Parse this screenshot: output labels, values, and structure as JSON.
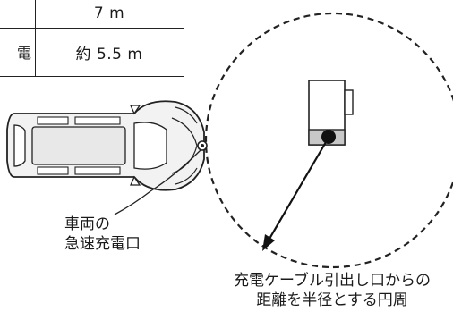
{
  "table": {
    "rows": [
      {
        "left": "",
        "right": "7 m"
      },
      {
        "left": "電",
        "right": "約 5.5 m"
      }
    ]
  },
  "labels": {
    "inlet_line1": "車両の",
    "inlet_line2": "急速充電口",
    "radius_line1": "充電ケーブル引出し口からの",
    "radius_line2": "距離を半径とする円周"
  }
}
